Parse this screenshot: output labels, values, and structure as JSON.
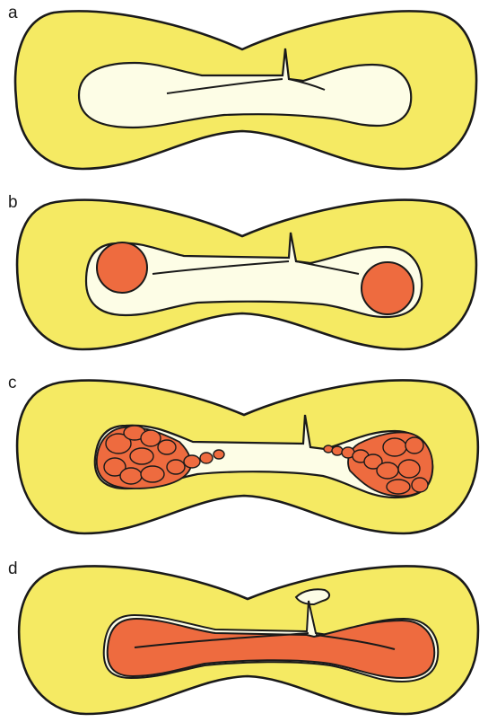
{
  "panels": [
    {
      "label": "a"
    },
    {
      "label": "b"
    },
    {
      "label": "c"
    },
    {
      "label": "d"
    }
  ],
  "colors": {
    "wall_yellow": "#F5EA63",
    "cavity_cream": "#FDFDE6",
    "fill_red": "#EE6B3F",
    "outline": "#1a1a1a"
  }
}
